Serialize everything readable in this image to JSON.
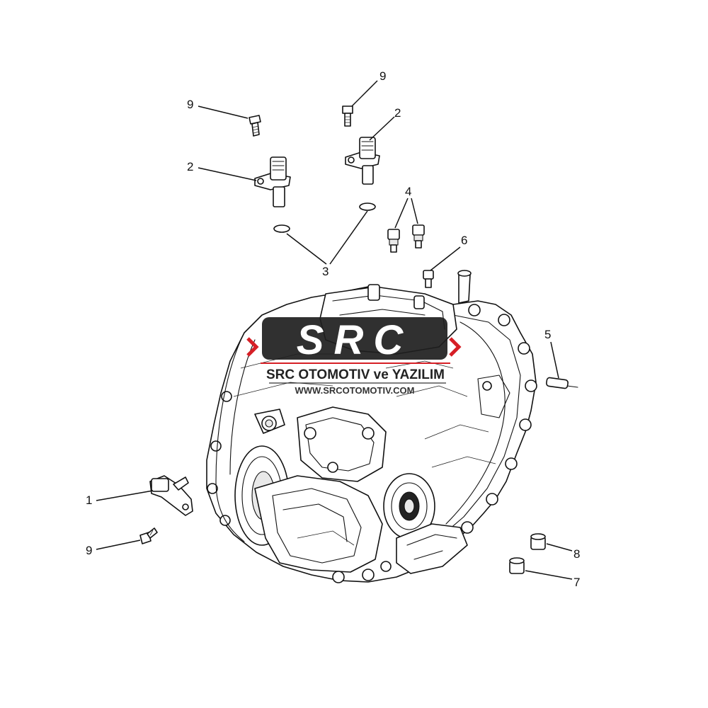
{
  "callouts": {
    "c1": "1",
    "c2a": "2",
    "c2b": "2",
    "c3": "3",
    "c4": "4",
    "c5": "5",
    "c6": "6",
    "c7": "7",
    "c8": "8",
    "c9a": "9",
    "c9b": "9",
    "c9c": "9"
  },
  "watermark": {
    "logo_text": "SRC",
    "company": "SRC OTOMOTIV ve YAZILIM",
    "url": "WWW.SRCOTOMOTIV.COM",
    "accent_color": "#d61f26",
    "logo_color": "#1e1e1e"
  }
}
